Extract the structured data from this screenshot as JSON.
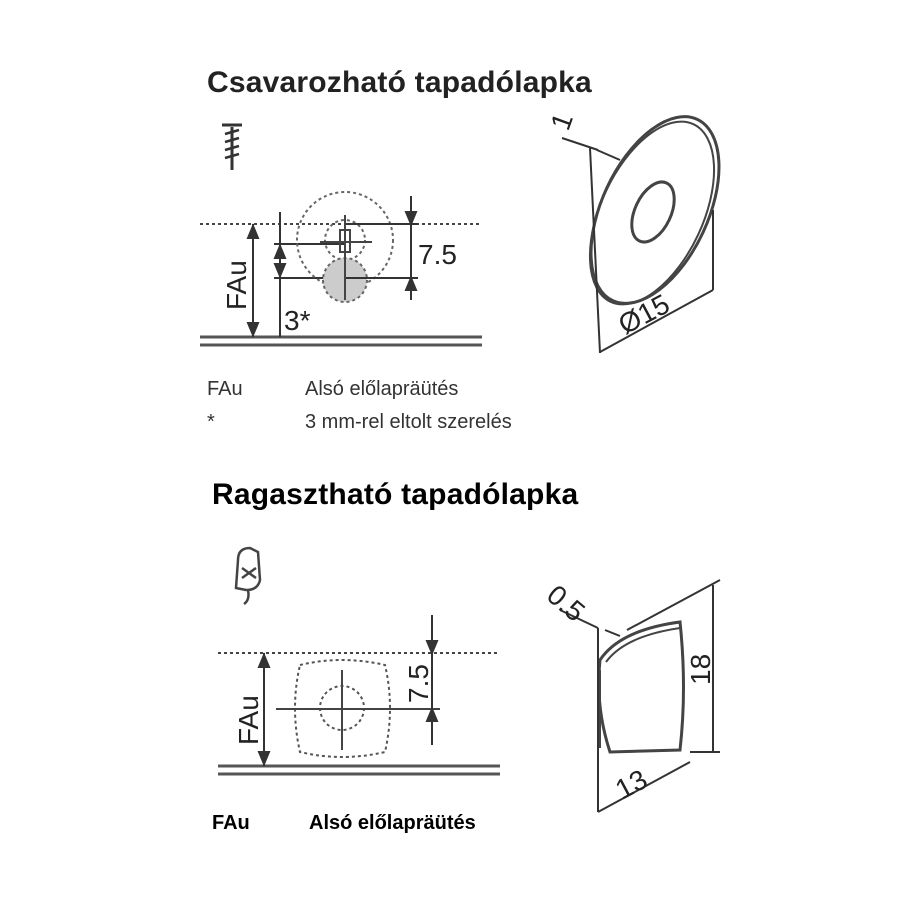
{
  "section1": {
    "title": "Csavarozható tapadólapka",
    "dims": {
      "fau": "FAu",
      "offset": "7.5",
      "shift": "3*",
      "thickness": "1",
      "diameter": "Ø15"
    },
    "legend": [
      {
        "key": "FAu",
        "text": "Alsó előlapräütés"
      },
      {
        "key": "*",
        "text": "3 mm-rel eltolt szerelés"
      }
    ]
  },
  "section2": {
    "title": "Ragasztható tapadólapka",
    "dims": {
      "fau": "FAu",
      "offset": "7.5",
      "thickness": "0.5",
      "height": "18",
      "width": "13"
    },
    "legend": [
      {
        "key": "FAu",
        "text": "Alsó előlapräütés"
      }
    ]
  }
}
